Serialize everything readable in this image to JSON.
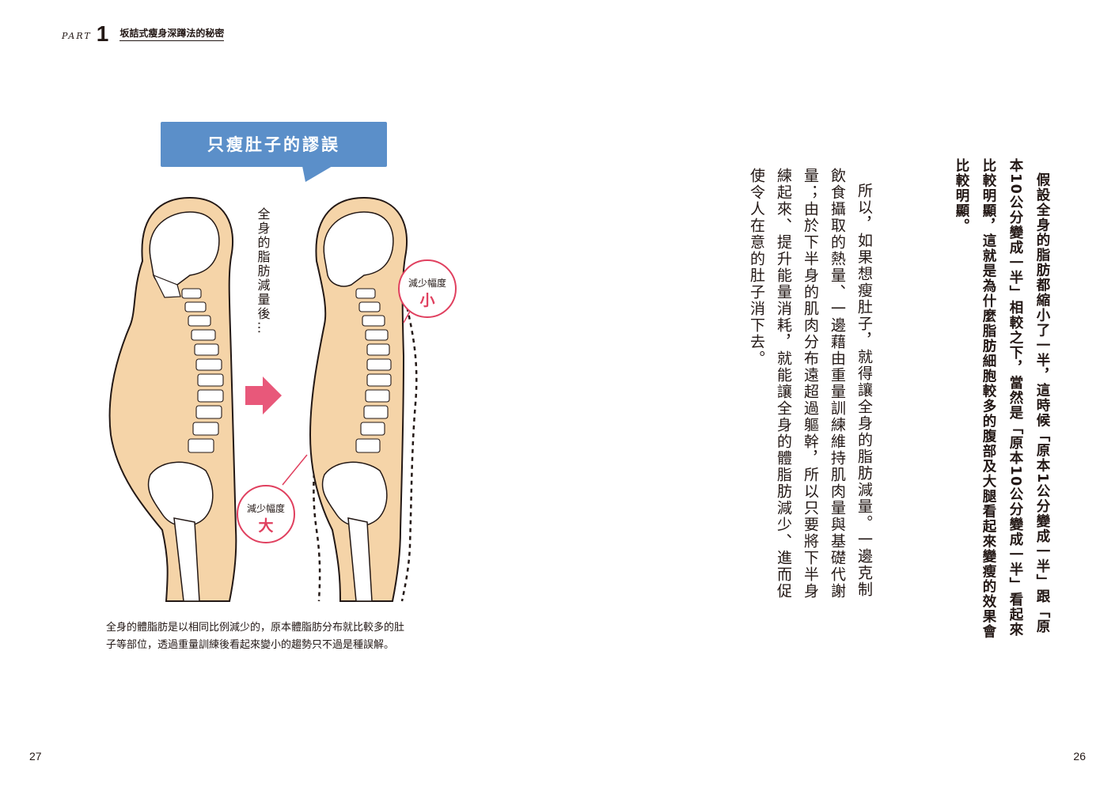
{
  "header": {
    "part_word": "PART",
    "part_number": "1",
    "chapter_title": "坂詰式瘦身深蹲法的秘密"
  },
  "figure": {
    "bubble_title": "只瘦肚子的謬誤",
    "vertical_note": "全身的脂肪減量後…",
    "label_small_text": "減少幅度",
    "label_small_big": "小",
    "label_large_text": "減少幅度",
    "label_large_big": "大",
    "colors": {
      "bubble": "#5b8fc9",
      "skin": "#f5d4a8",
      "arrow": "#e8587a",
      "circle": "#e0405f"
    }
  },
  "caption": {
    "line1": "全身的體脂肪是以相同比例減少的，原本體脂肪分布就比較多的肚",
    "line2": "子等部位，透過重量訓練後看起來變小的趨勢只不過是種誤解。"
  },
  "body": {
    "bold_paragraph": "假設全身的脂肪都縮小了一半，這時候「原本1公分變成一半」跟「原本10公分變成一半」相較之下，當然是「原本10公分變成一半」看起來比較明顯，這就是為什麼脂肪細胞較多的腹部及大腿看起來變瘦的效果會比較明顯。",
    "normal_paragraph": "所以，如果想瘦肚子，就得讓全身的脂肪減量。一邊克制飲食攝取的熱量、一邊藉由重量訓練維持肌肉量與基礎代謝量；由於下半身的肌肉分布遠超過軀幹，所以只要將下半身練起來、提升能量消耗，就能讓全身的體脂肪減少、進而促使令人在意的肚子消下去。"
  },
  "page_numbers": {
    "left": "27",
    "right": "26"
  }
}
